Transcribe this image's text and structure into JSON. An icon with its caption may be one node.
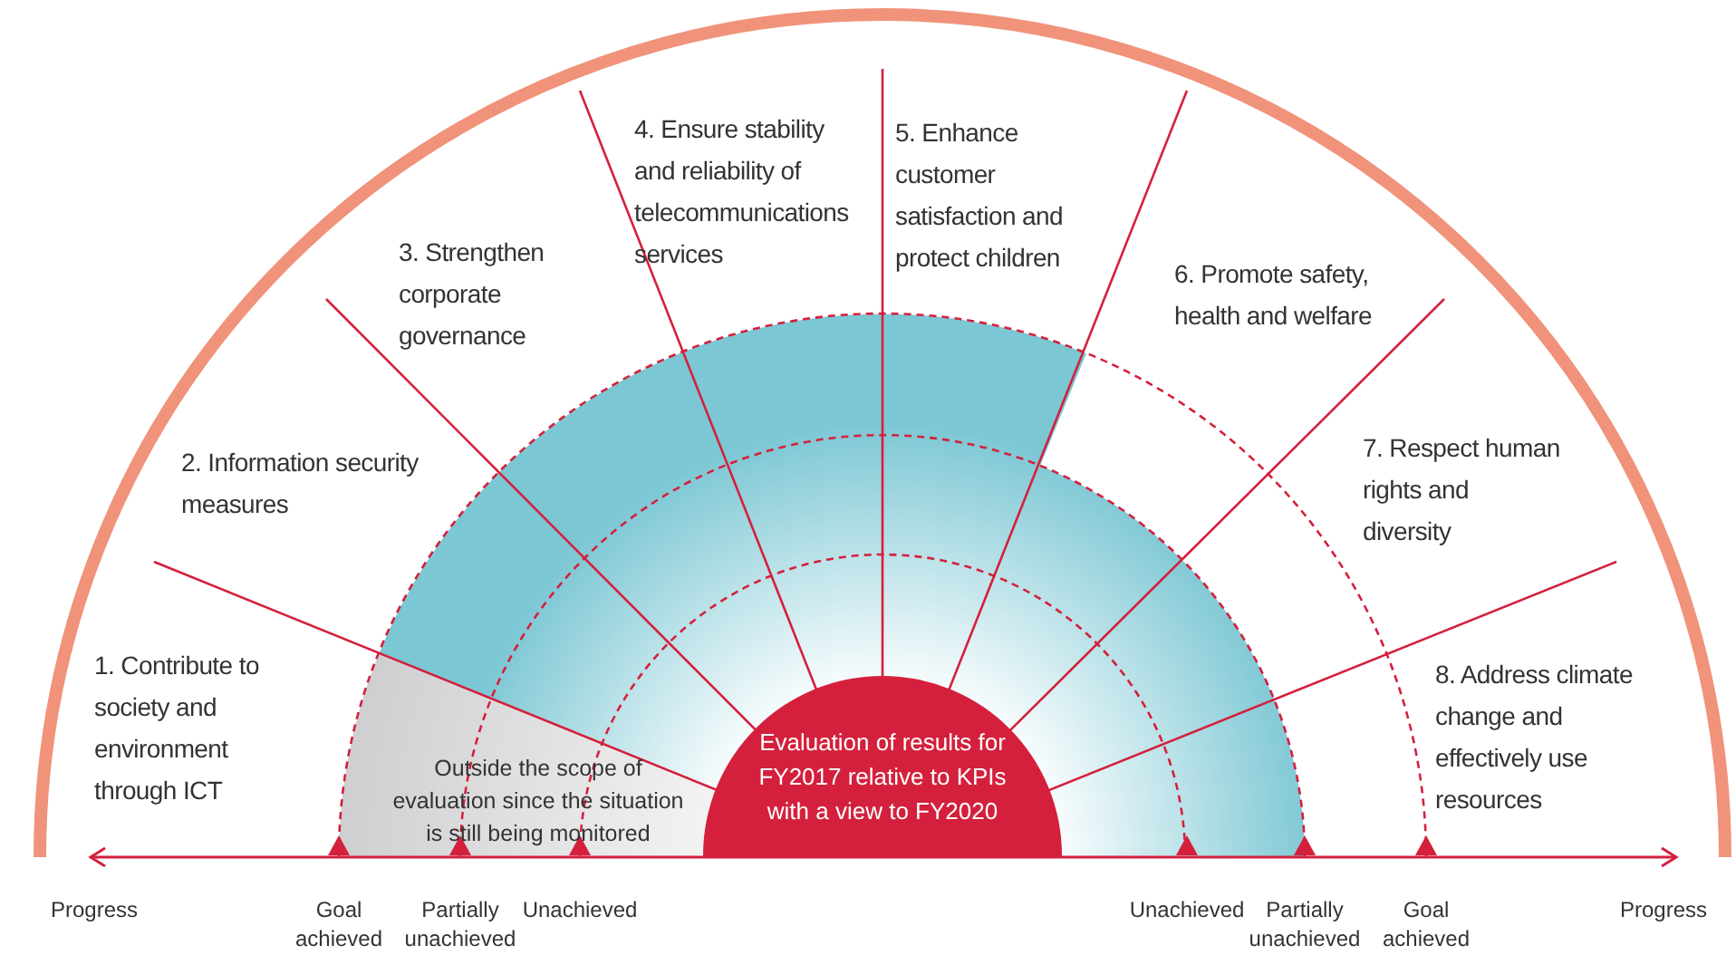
{
  "diagram": {
    "nodes": [
      {
        "text": [
          "1. Contribute to society and environment through ICT"
        ]
      },
      {
        "text": [
          "2. Information security measures"
        ]
      },
      {
        "text": [
          "3. Strengthen corporate governance"
        ]
      },
      {
        "text": [
          "4. Ensure stability and reliability of telecommunications services"
        ]
      },
      {
        "text": [
          "5. Enhance customer satisfaction and protect children"
        ]
      },
      {
        "text": [
          "6. Promote safety, health and welfare"
        ]
      },
      {
        "text": [
          "7. Respect human rights and diversity"
        ]
      },
      {
        "text": [
          "8. Address climate change and effectively use resources"
        ]
      },
      {
        "text": [
          "Evaluation of results for FY2017 relative to KPIs with a view to FY2020"
        ]
      },
      {
        "text": [
          "Outside the scope of evaluation since the situation is still being monitored"
        ]
      }
    ],
    "labels": [
      "Progress",
      "Goal achieved",
      "Partially unachieved",
      "Unachieved",
      "Unachieved",
      "Partially unachieved",
      "Goal achieved",
      "Progress"
    ]
  }
}
